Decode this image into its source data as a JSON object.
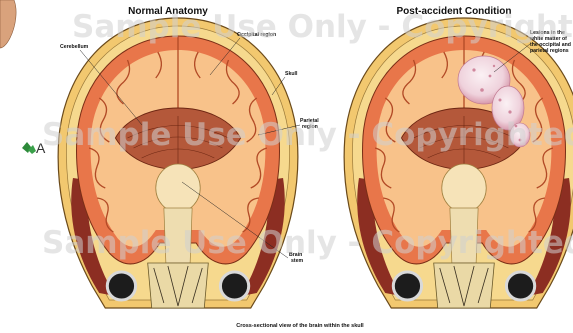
{
  "watermark": "Sample Use Only - Copyrighted",
  "logo_text": "A",
  "panels": {
    "left": {
      "title": "Normal Anatomy",
      "labels": {
        "cerebellum": "Cerebellum",
        "occipital": "Occipital region",
        "skull": "Skull",
        "parietal_1": "Parietal",
        "parietal_2": "region",
        "brain_stem_1": "Brain",
        "brain_stem_2": "stem"
      }
    },
    "right": {
      "title": "Post-accident Condition",
      "lesion_label": [
        "Lesions in the",
        "white matter of",
        "the occipital and",
        "parietal regions"
      ]
    }
  },
  "caption": "Cross-sectional view of the brain within the skull",
  "colors": {
    "skull_outer": "#f2c86f",
    "skull_inner": "#f6d98e",
    "gray_matter": "#e8764a",
    "white_matter": "#f8c28a",
    "cerebellum": "#b4583a",
    "brainstem": "#f6e3b8",
    "muscle": "#8c2e22",
    "spine": "#ead9a6",
    "lesion": "#f1dbe3"
  }
}
